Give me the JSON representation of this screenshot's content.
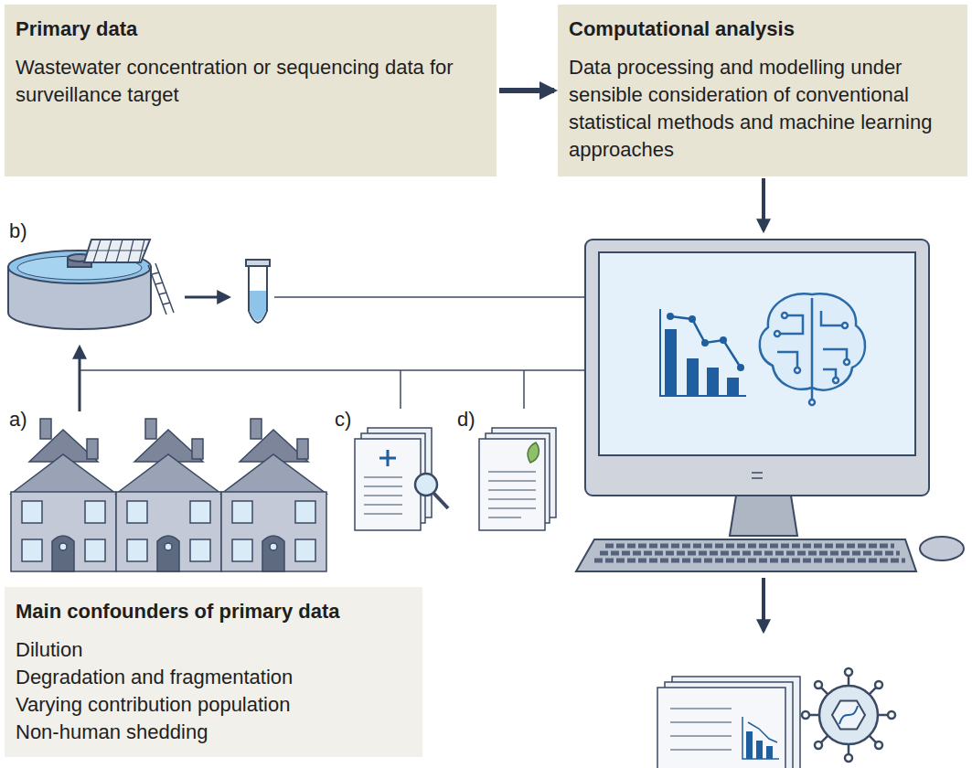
{
  "diagram": {
    "nodes": [
      {
        "text": [
          "Primary data",
          "Wastewater concentration or sequencing data for surveillance target"
        ]
      },
      {
        "text": [
          "Computational analysis",
          "Data processing and modelling under sensible consideration of conventional statistical methods and machine learning approaches"
        ]
      },
      {
        "text": [
          "Main confounders of primary data",
          "Dilution",
          "Degradation and fragmentation",
          "Varying contribution population",
          "Non-human shedding"
        ]
      }
    ],
    "edges": [
      {
        "from": 0,
        "to": 1,
        "arrow": "to"
      }
    ],
    "labels": [
      "b)",
      "a)",
      "c)",
      "d)"
    ]
  }
}
